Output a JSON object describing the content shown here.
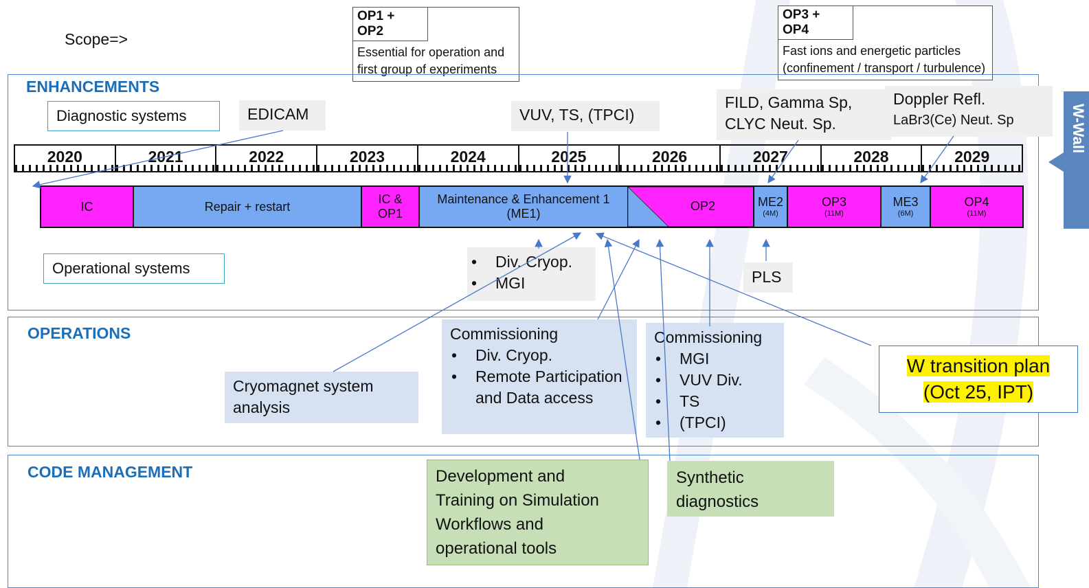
{
  "scope_label": "Scope=>",
  "op_boxes": [
    {
      "header": "OP1 + OP2",
      "line1": "Essential for operation and",
      "line2": "first group of experiments"
    },
    {
      "header": "OP3 + OP4",
      "line1": "Fast ions and energetic particles",
      "line2": "(confinement / transport / turbulence)"
    }
  ],
  "sections": {
    "enhancements": "ENHANCEMENTS",
    "operations": "OPERATIONS",
    "code_management": "CODE MANAGEMENT"
  },
  "category_labels": {
    "diagnostic": "Diagnostic systems",
    "operational": "Operational systems"
  },
  "diagnostic_callouts": {
    "edicam": "EDICAM",
    "vuv": "VUV, TS, (TPCI)",
    "fild_line1": "FILD, Gamma Sp,",
    "fild_line2": "CLYC Neut. Sp.",
    "doppler_line1": "Doppler Refl.",
    "doppler_line2": "LaBr3(Ce) Neut. Sp"
  },
  "years": [
    "2020",
    "2021",
    "2022",
    "2023",
    "2024",
    "2025",
    "2026",
    "2027",
    "2028",
    "2029"
  ],
  "phases": {
    "ic": "IC",
    "repair": "Repair + restart",
    "ic_op1_line1": "IC &",
    "ic_op1_line2": "OP1",
    "me1_line1": "Maintenance & Enhancement 1",
    "me1_line2": "(ME1)",
    "op2": "OP2",
    "me2": "ME2",
    "me2_sub": "(4M)",
    "op3": "OP3",
    "op3_sub": "(11M)",
    "me3": "ME3",
    "me3_sub": "(6M)",
    "op4": "OP4",
    "op4_sub": "(11M)"
  },
  "operational_callouts": {
    "cryo_items": [
      "Div. Cryop.",
      "MGI"
    ],
    "pls": "PLS"
  },
  "operations_boxes": {
    "cryomagnet_line1": "Cryomagnet system",
    "cryomagnet_line2": "analysis",
    "commissioning1_title": "Commissioning",
    "commissioning1_items": [
      "Div. Cryop.",
      "Remote Participation and Data access"
    ],
    "commissioning2_title": "Commissioning",
    "commissioning2_items": [
      "MGI",
      "VUV Div.",
      "TS",
      "(TPCI)"
    ]
  },
  "w_transition": {
    "line1": "W transition plan",
    "line2": "(Oct 25, IPT)"
  },
  "code_boxes": {
    "development": [
      "Development and",
      "Training on Simulation",
      "Workflows and",
      "operational tools"
    ],
    "synthetic": [
      "Synthetic",
      "diagnostics"
    ]
  },
  "w_wall_label": "W-Wall",
  "colors": {
    "section_title": "#1b6fb8",
    "magenta": "#ff23ff",
    "blue_phase": "#77a9f2",
    "arrow": "#4a78c8",
    "highlight": "#fff200"
  }
}
